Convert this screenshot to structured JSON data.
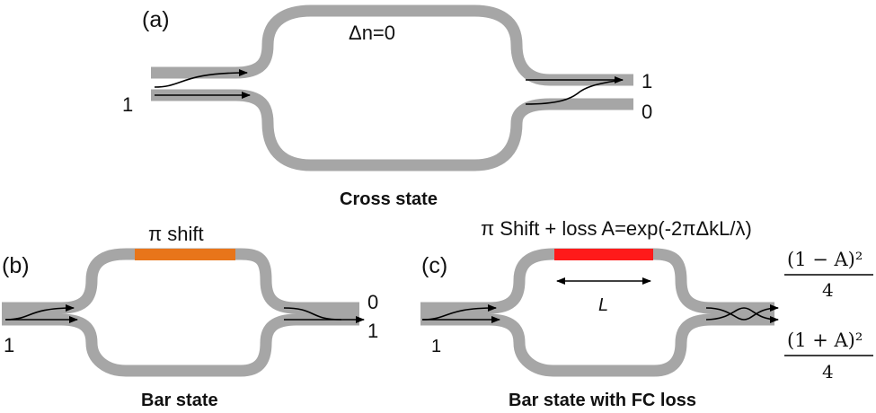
{
  "colors": {
    "waveguide": "#a6a6a6",
    "phase_shifter": "#e8751a",
    "lossy_shifter": "#ff1a1a",
    "arrow": "#000000",
    "background": "#ffffff"
  },
  "panel_a": {
    "label": "(a)",
    "delta_n": "Δn=0",
    "input_label": "1",
    "output_top": "1",
    "output_bottom": "0",
    "caption": "Cross state"
  },
  "panel_b": {
    "label": "(b)",
    "shift_label": "π shift",
    "input_label": "1",
    "output_top": "0",
    "output_bottom": "1",
    "caption": "Bar state"
  },
  "panel_c": {
    "label": "(c)",
    "shift_label": "π Shift + loss A=exp(-2πΔkL/λ)",
    "length_label": "L",
    "input_label": "1",
    "output_top_num": "(1 − A)²",
    "output_top_den": "4",
    "output_bottom_num": "(1 + A)²",
    "output_bottom_den": "4",
    "caption": "Bar state with FC loss"
  }
}
